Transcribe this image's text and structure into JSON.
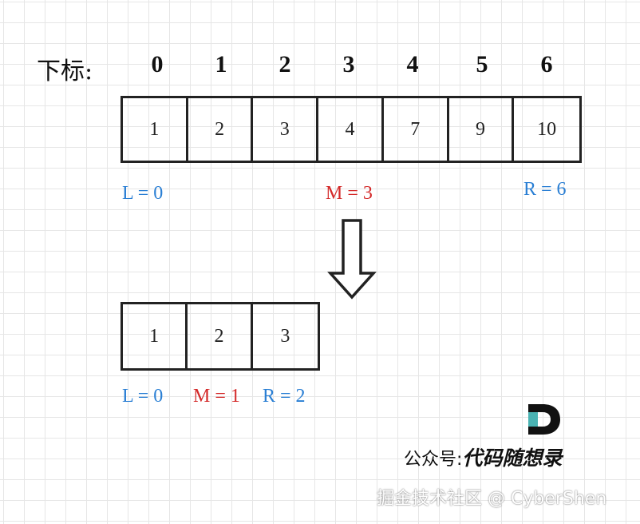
{
  "index_row": {
    "label": "下标:",
    "indices": [
      "0",
      "1",
      "2",
      "3",
      "4",
      "5",
      "6"
    ]
  },
  "array_top": {
    "values": [
      "1",
      "2",
      "3",
      "4",
      "7",
      "9",
      "10"
    ],
    "pointers": {
      "left": "L = 0",
      "mid": "M = 3",
      "right": "R = 6"
    }
  },
  "array_bottom": {
    "values": [
      "1",
      "2",
      "3"
    ],
    "pointers": {
      "left": "L = 0",
      "mid": "M = 1",
      "right": "R = 2"
    }
  },
  "arrow_icon": "down-arrow-icon",
  "logo_icon": "d-logo-icon",
  "brand": {
    "prefix": "公众号:",
    "name": "代码随想录"
  },
  "watermark": "掘金技术社区 @ CyberShen",
  "colors": {
    "left_pointer": "#2a7fd4",
    "mid_pointer": "#d42a2a",
    "right_pointer": "#2a7fd4",
    "grid": "#e6e6e6",
    "logo_accent": "#4ab3b3"
  }
}
